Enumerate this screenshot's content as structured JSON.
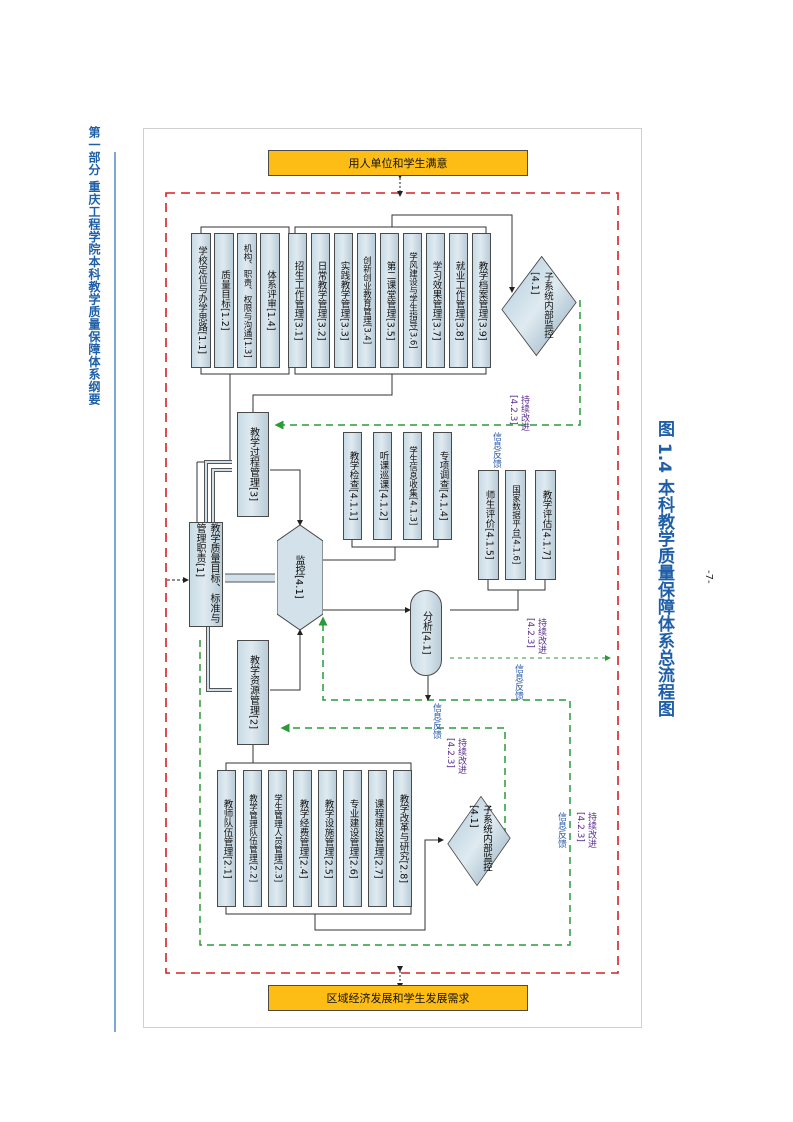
{
  "header": {
    "title": "第一部分  重庆工程学院本科教学质量保障体系纲要"
  },
  "figure": {
    "caption": "图 1.4  本科教学质量保障体系总流程图",
    "page_number": "-7-",
    "top_box": "用人单位和学生满意",
    "bottom_box": "区域经济发展和学生发展需求",
    "core_box": "教学质量目标、标准与管理职责[1]",
    "process_box": "教学过程管理[3]",
    "resource_box": "教学资源管理[2]",
    "monitor": "监控[4.1]",
    "analysis": "分析[4.1]",
    "subsystem_monitor_top": "子系统内部监控[4.1]",
    "subsystem_monitor_bottom": "子系统内部监控[4.1]",
    "goal_items": [
      "学校定位与办学思路[1.1]",
      "质量目标[1.2]",
      "机构、职责、权限与沟通[1.3]",
      "体系评审[1.4]"
    ],
    "process_items": [
      "招生工作管理[3.1]",
      "日常教学管理[3.2]",
      "实践教学管理[3.3]",
      "创新创业教育管理[3.4]",
      "第二课堂管理[3.5]",
      "学风建设与学生指导[3.6]",
      "学习效果管理[3.7]",
      "就业工作管理[3.8]",
      "教学档案管理[3.9]"
    ],
    "monitor_items": [
      "教学检查[4.1.1]",
      "听课巡课[4.1.2]",
      "学生信息收集[4.1.3]",
      "专项调查[4.1.4]"
    ],
    "evaluation_items": [
      "师生评价[4.1.5]",
      "国家数据平台[4.1.6]",
      "教学评估[4.1.7]"
    ],
    "resource_items": [
      "教师队伍管理[2.1]",
      "教学管理队伍管理[2.2]",
      "学生管理人员管理[2.3]",
      "教学经费管理[2.4]",
      "教学设施管理[2.5]",
      "专业建设管理[2.6]",
      "课程建设管理[2.7]",
      "教学改革与研究[2.8]"
    ],
    "labels": {
      "feedback": "信息反馈",
      "improve": "持续改进",
      "improve_ref": "[4.2.3]"
    }
  }
}
